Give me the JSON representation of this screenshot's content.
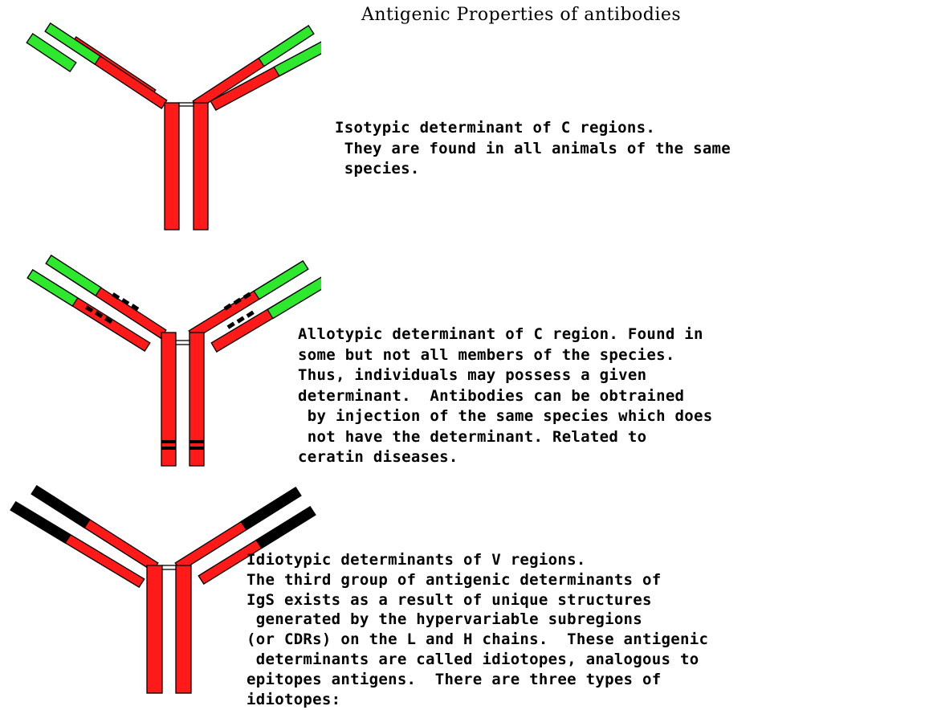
{
  "title": "Antigenic Properties of antibodies",
  "colors": {
    "heavy_light_chain": "#ff1a1a",
    "variable_region": "#2ee82e",
    "idiotype_variable_region": "#000000",
    "allotype_marker": "#000000"
  },
  "panels": [
    {
      "type": "isotypic",
      "lines": [
        "Isotypic determinant of C regions.",
        " They are found in all animals of the same",
        " species."
      ]
    },
    {
      "type": "allotypic",
      "lines": [
        "Allotypic determinant of C region. Found in",
        "some but not all members of the species.",
        "Thus, individuals may possess a given",
        "determinant.  Antibodies can be obtrained",
        " by injection of the same species which does",
        " not have the determinant. Related to",
        "ceratin diseases."
      ]
    },
    {
      "type": "idiotypic",
      "lines": [
        "Idiotypic determinants of V regions.",
        "The third group of antigenic determinants of",
        "IgS exists as a result of unique structures",
        " generated by the hypervariable subregions",
        "(or CDRs) on the L and H chains.  These antigenic",
        " determinants are called idiotopes, analogous to",
        "epitopes antigens.  There are three types of",
        "idiotopes:"
      ]
    }
  ]
}
